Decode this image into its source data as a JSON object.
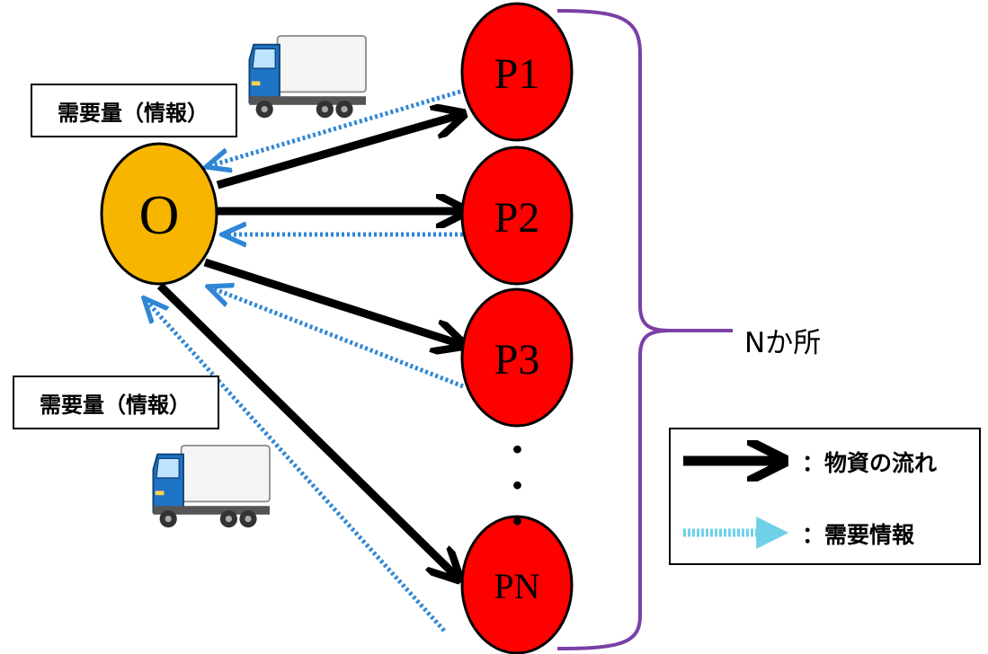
{
  "colors": {
    "origin_fill": "#f7b500",
    "destination_fill": "#ff0000",
    "material_arrow": "#000000",
    "demand_arrow": "#2f86d6",
    "demand_arrow_legend": "#6fd0e8",
    "bracket": "#7b3fa6",
    "truck_cab": "#1f73c4",
    "truck_box": "#f2f2f2"
  },
  "nodes": {
    "origin": "O",
    "destinations": [
      "P1",
      "P2",
      "P3",
      "PN"
    ]
  },
  "ellipsis": "・・・",
  "labels": {
    "demand_top": "需要量（情報）",
    "demand_bottom": "需要量（情報）",
    "bracket_count": "Nか所"
  },
  "legend": {
    "material_flow": "：物資の流れ",
    "demand_info": "：需要情報"
  },
  "icons": [
    "truck-icon",
    "truck-icon"
  ]
}
